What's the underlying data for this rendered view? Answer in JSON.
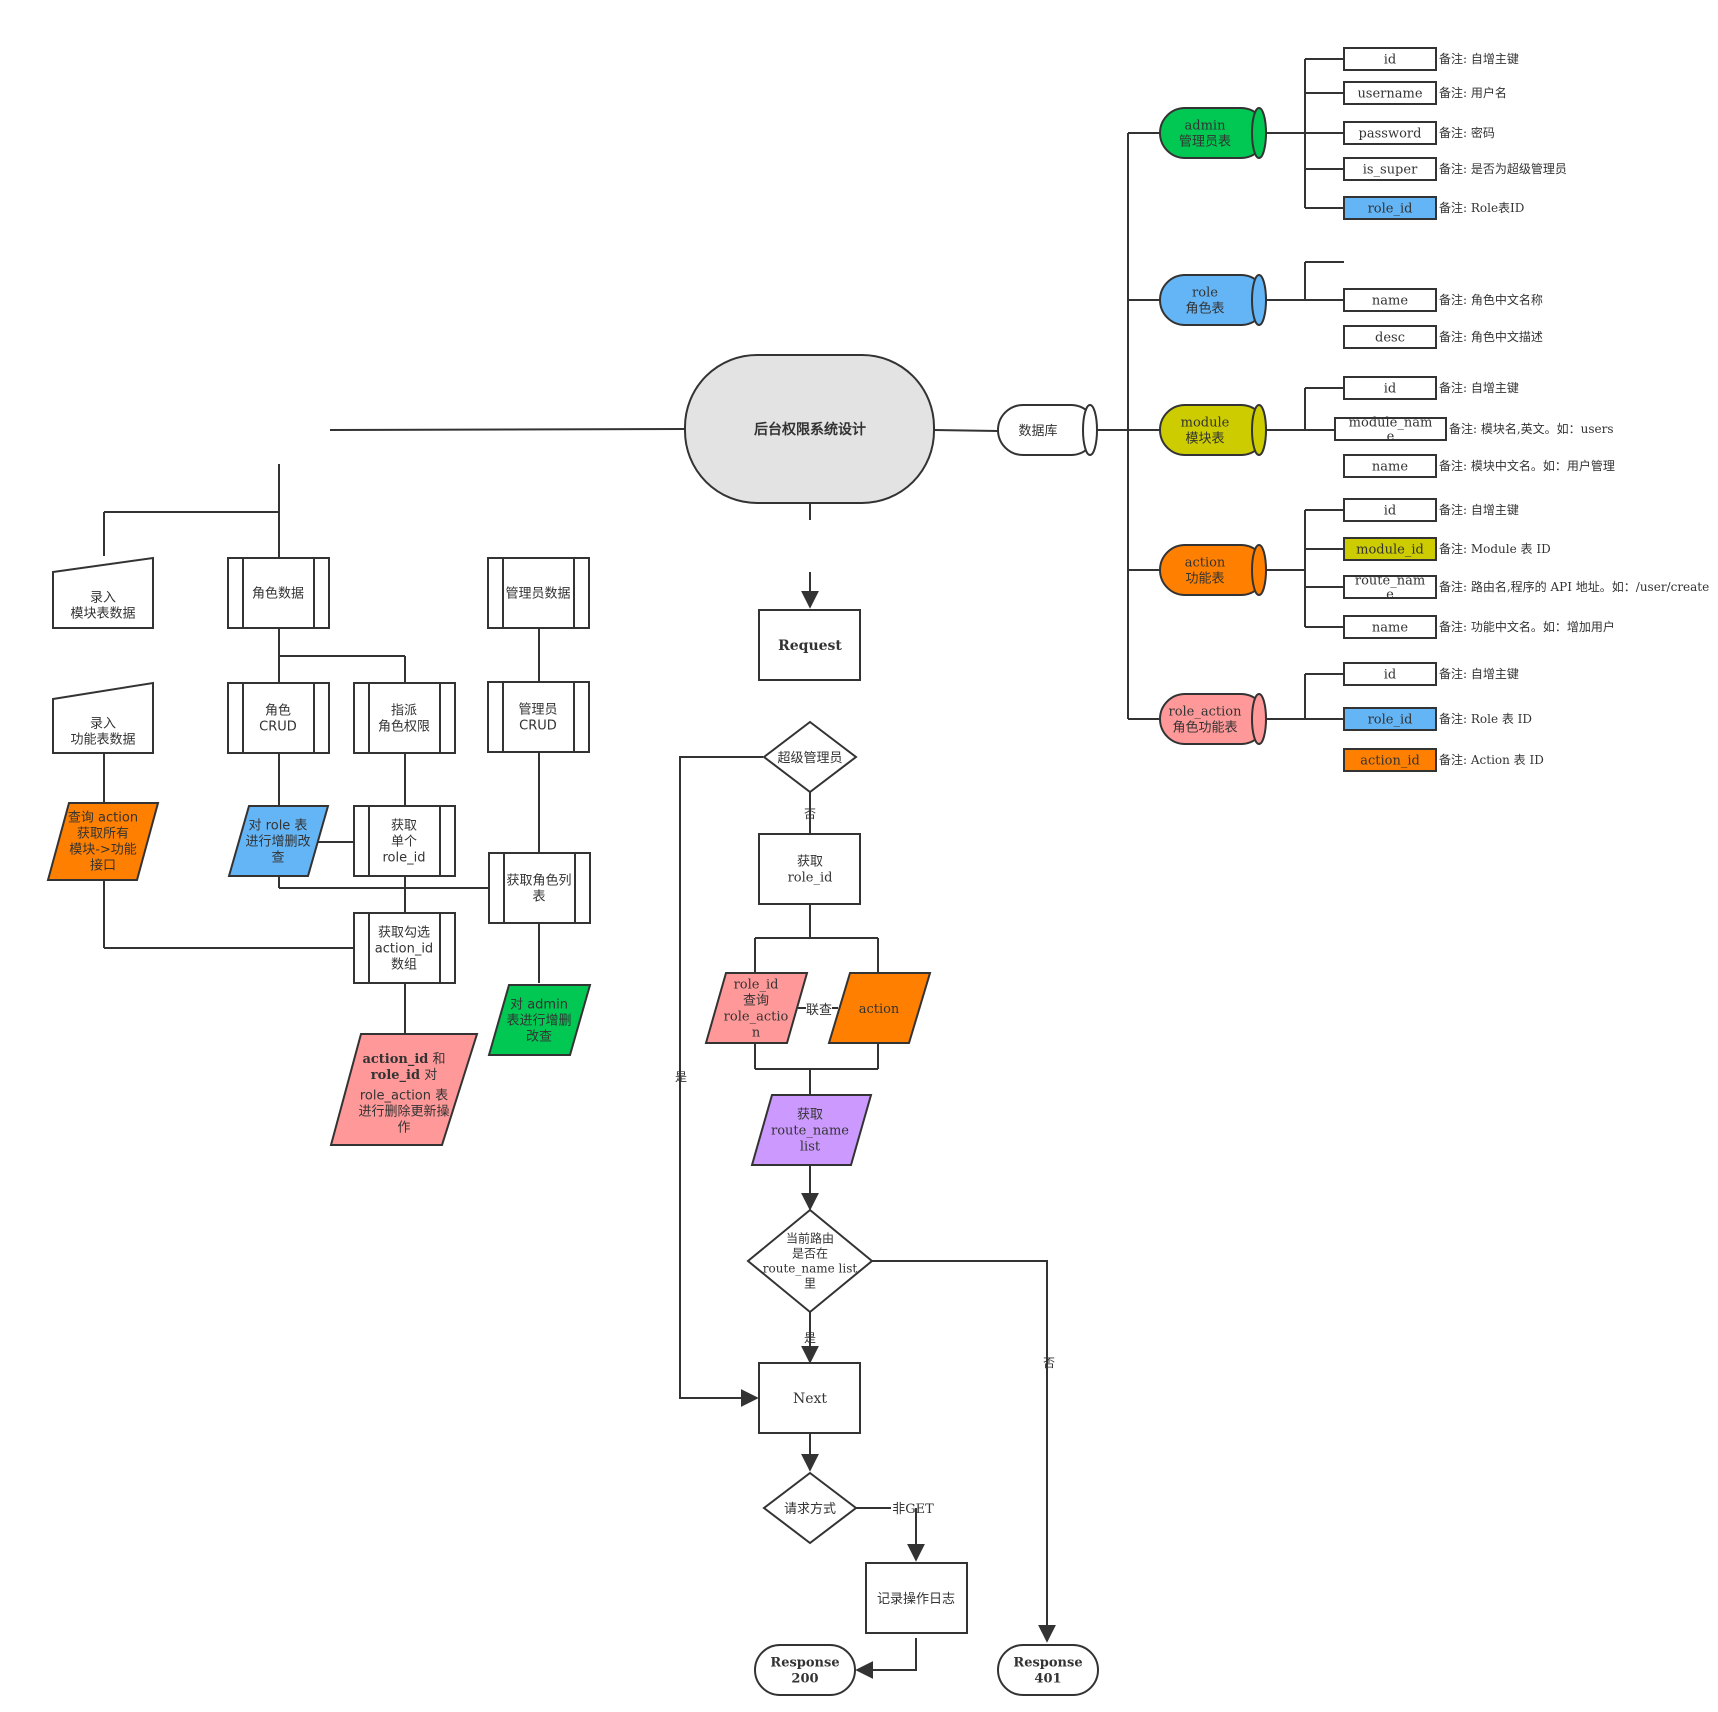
{
  "center": {
    "title": "后台权限系统设计"
  },
  "database": {
    "label": "数据库"
  },
  "colors": {
    "admin": "#00c853",
    "role": "#64b5f6",
    "module": "#cccc00",
    "action": "#ff8000",
    "role_action": "#ff9999",
    "route": "#cc99ff",
    "gray": "#e3e3e3"
  },
  "tables": [
    {
      "name": "admin",
      "cn": "管理员表",
      "fields": [
        {
          "field": "id",
          "note": "备注: 自增主键"
        },
        {
          "field": "username",
          "note": "备注: 用户名"
        },
        {
          "field": "password",
          "note": "备注: 密码"
        },
        {
          "field": "is_super",
          "note": "备注: 是否为超级管理员"
        },
        {
          "field": "role_id",
          "note": "备注: Role表ID"
        }
      ]
    },
    {
      "name": "role",
      "cn": "角色表",
      "fields": [
        {
          "field": "name",
          "note": "备注: 角色中文名称"
        },
        {
          "field": "desc",
          "note": "备注: 角色中文描述"
        }
      ]
    },
    {
      "name": "module",
      "cn": "模块表",
      "fields": [
        {
          "field": "id",
          "note": "备注: 自增主键"
        },
        {
          "field": "module_name",
          "note": "备注: 模块名,英文。如：users"
        },
        {
          "field": "name",
          "note": "备注: 模块中文名。如：用户管理"
        }
      ]
    },
    {
      "name": "action",
      "cn": "功能表",
      "fields": [
        {
          "field": "id",
          "note": "备注: 自增主键"
        },
        {
          "field": "module_id",
          "note": "备注: Module 表 ID"
        },
        {
          "field": "route_name",
          "note": "备注: 路由名,程序的 API 地址。如：/user/create"
        },
        {
          "field": "name",
          "note": "备注: 功能中文名。如：增加用户"
        }
      ]
    },
    {
      "name": "role_action",
      "cn": "角色功能表",
      "fields": [
        {
          "field": "id",
          "note": "备注: 自增主键"
        },
        {
          "field": "role_id",
          "note": "备注: Role 表 ID"
        },
        {
          "field": "action_id",
          "note": "备注: Action 表 ID"
        }
      ]
    }
  ],
  "left": {
    "input_module": "录入\n模块表数据",
    "input_action": "录入\n功能表数据",
    "query_action": "查询 action\n获取所有\n模块->功能\n接口",
    "role_data": "角色数据",
    "role_crud": "角色\nCRUD",
    "assign_perm": "指派\n角色权限",
    "role_table_crud": "对 role 表\n进行增删改\n查",
    "get_single_role": "获取\n单个\nrole_id",
    "get_checked_actions": "获取勾选\naction_id\n数组",
    "ra_update_bold1": "action_id",
    "ra_update_rest1": " 和",
    "ra_update_bold2": "role_id",
    "ra_update_rest2": " 对",
    "ra_update_lines": "role_action 表\n进行删除更新操\n作",
    "admin_data": "管理员数据",
    "admin_crud": "管理员\nCRUD",
    "get_role_list": "获取角色列\n表",
    "admin_table_crud": "对 admin\n表进行增删\n改查"
  },
  "flow": {
    "request": "Request",
    "super_admin": "超级管理员",
    "no": "否",
    "yes": "是",
    "get_role_id": "获取\nrole_id",
    "query_ra": "role_id\n查询\nrole_actio\nn",
    "join": "联查",
    "action": "action",
    "get_routes": "获取\nroute_name\nlist",
    "in_routes": "当前路由\n是否在\nroute_name list\n里",
    "next": "Next",
    "method": "请求方式",
    "non_get": "非GET",
    "log": "记录操作日志",
    "resp200": "Response\n200",
    "resp401": "Response\n401"
  }
}
